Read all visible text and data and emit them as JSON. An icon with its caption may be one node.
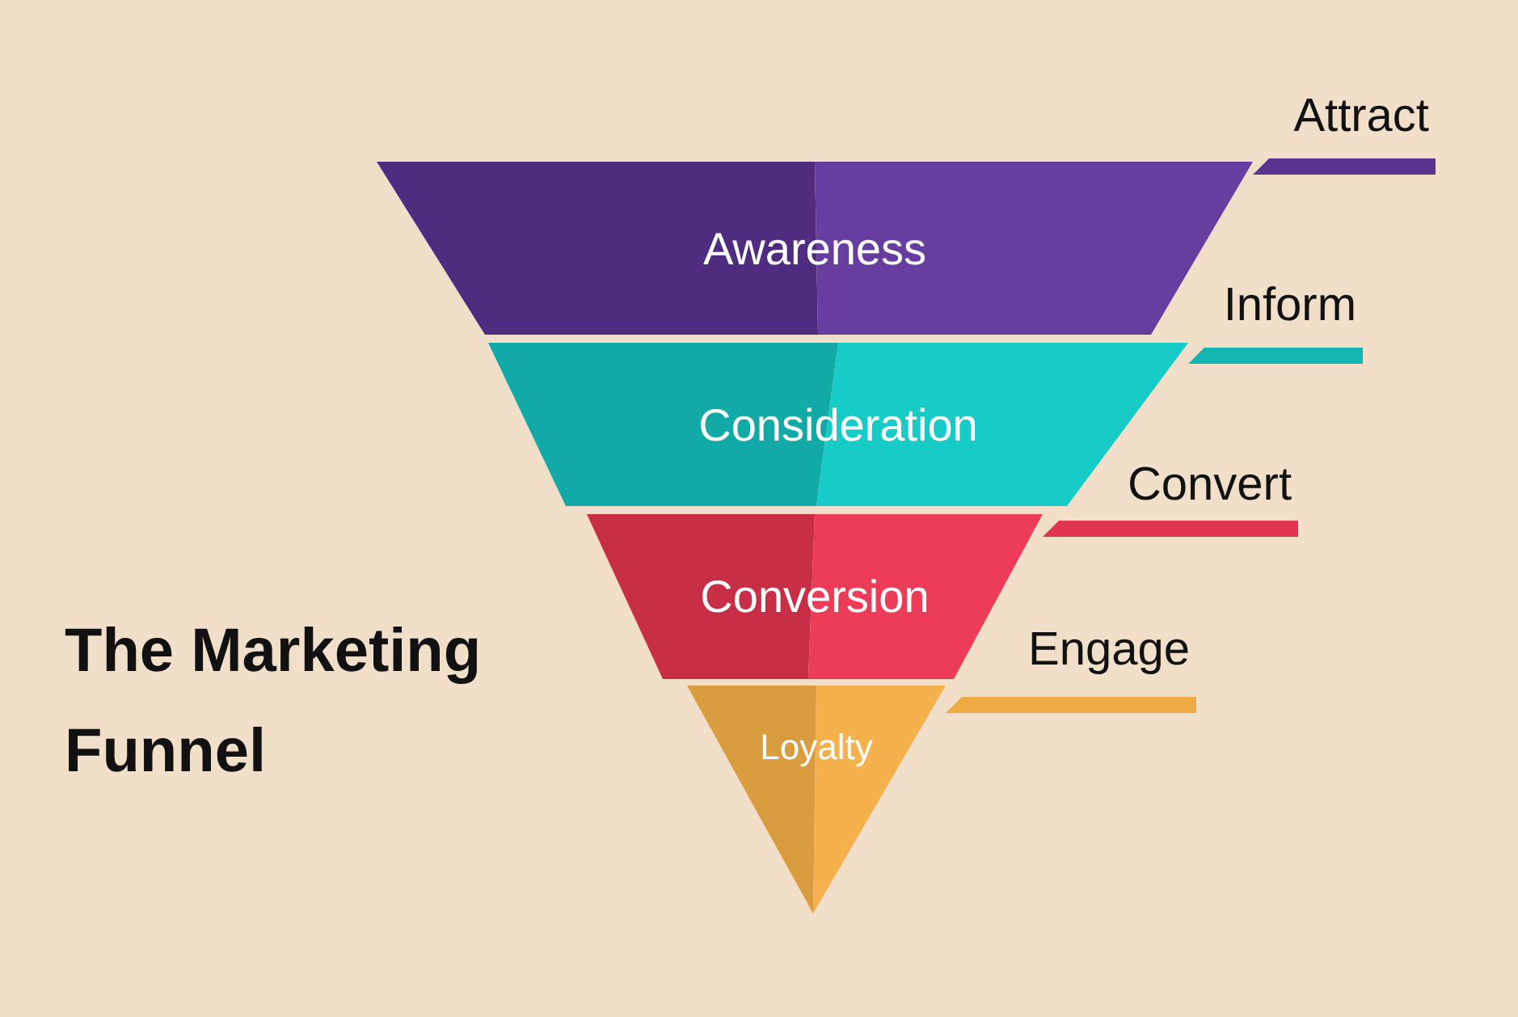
{
  "diagram": {
    "title": "The Marketing Funnel",
    "nodes": [
      {
        "text": [
          "Awareness"
        ]
      },
      {
        "text": [
          "Consideration"
        ]
      },
      {
        "text": [
          "Conversion"
        ]
      },
      {
        "text": [
          "Loyalty"
        ]
      }
    ],
    "edges": [],
    "labels": [
      "Attract",
      "Inform",
      "Convert",
      "Engage"
    ]
  }
}
